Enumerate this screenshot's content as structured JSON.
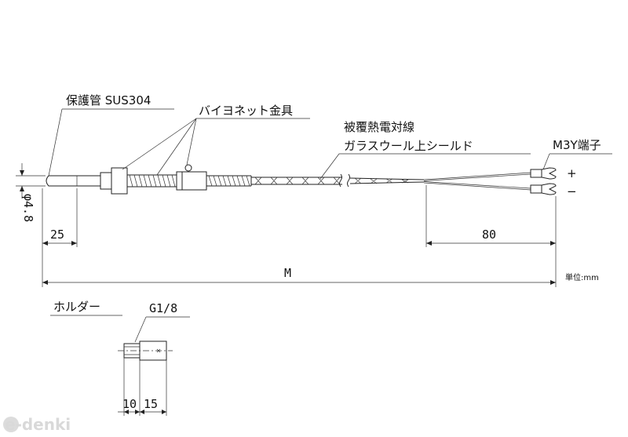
{
  "labels": {
    "protection_tube": "保護管 SUS304",
    "bayonet_fitting": "バイヨネット金具",
    "cable_line1": "被覆熱電対線",
    "cable_line2": "ガラスウール上シールド",
    "terminal": "M3Y端子",
    "plus": "+",
    "minus": "−",
    "diameter": "φ4.8",
    "unit": "単位:mm",
    "holder": "ホルダー",
    "thread": "G1/8",
    "watermark": "e-denki"
  },
  "dimensions": {
    "tip_length": "25",
    "lead_length": "80",
    "total_length": "M",
    "holder_a": "10",
    "holder_b": "15"
  }
}
